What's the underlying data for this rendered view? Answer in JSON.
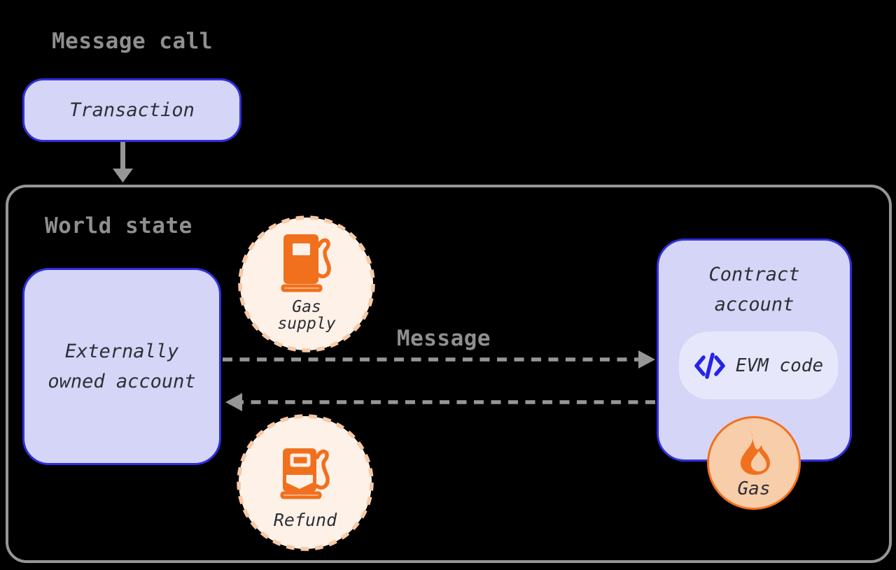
{
  "header": {
    "title": "Message call"
  },
  "transaction": {
    "label": "Transaction"
  },
  "world_state": {
    "label": "World state",
    "eoa": {
      "line1": "Externally",
      "line2": "owned account"
    },
    "gas_supply": {
      "line1": "Gas",
      "line2": "supply",
      "icon": "gas-pump-icon"
    },
    "message": {
      "label": "Message"
    },
    "contract": {
      "line1": "Contract",
      "line2": "account"
    },
    "evm": {
      "label": "EVM code",
      "icon": "code-icon"
    },
    "gas": {
      "label": "Gas",
      "icon": "flame-icon"
    },
    "refund": {
      "label": "Refund",
      "icon": "gas-pump-refund-icon"
    }
  },
  "colors": {
    "background": "#000000",
    "gray_text": "#8f8f8f",
    "gray_line": "#969696",
    "lavender_fill": "#d5d5f7",
    "lavender_pill": "#e7e7fc",
    "blue_border": "#2f2fdf",
    "blue_icon": "#2424e8",
    "orange": "#f1701d",
    "peach_dash": "#f7c9a5",
    "peach_light": "#fdf1e8",
    "peach_medium": "#f8cdaa",
    "dark_text": "#2e2e36"
  }
}
